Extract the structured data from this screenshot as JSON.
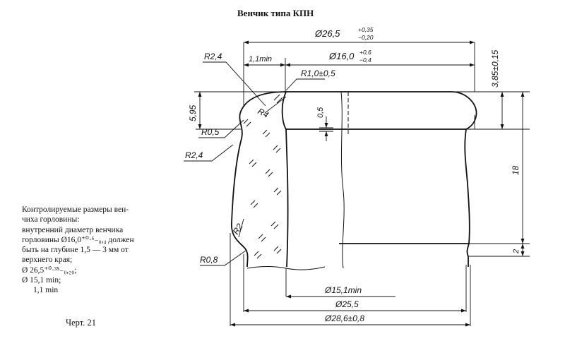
{
  "title": "Венчик типа КПН",
  "dims": {
    "d_outer_top": "Ø26,5",
    "d_outer_top_tol_up": "+0,35",
    "d_outer_top_tol_dn": "−0,20",
    "d_inner": "Ø16,0",
    "d_inner_tol_up": "+0,6",
    "d_inner_tol_dn": "−0,4",
    "h_top": "3,85±0,15",
    "h_total": "18",
    "h_bottom": "2",
    "h_bead": "5,95",
    "gap": "0,5",
    "wall_min": "1,1min",
    "d_bore_min": "Ø15,1min",
    "d_body": "Ø25,5",
    "d_base": "Ø28,6±0,8"
  },
  "radii": {
    "r_top_left": "R2,4",
    "r_top_right": "R1,0±0,5",
    "r_inner_4": "R4",
    "r_neck": "R0,5",
    "r_neck_lower": "R2,4",
    "r_base": "R2",
    "r_base_corner": "R0,8"
  },
  "notes": {
    "lines": [
      "Контролируемые размеры вен-",
      "чиха горловины:",
      "внутренний диаметр венчика",
      "горловины Ø16,0⁺⁰·⁶₋₀,₄ должен",
      "быть на глубине 1,5 — 3 мм от",
      "верхнего края;",
      "Ø 26,5⁺⁰·³⁵₋₀,₂₀;",
      "Ø 15,1 min;"
    ],
    "last_line": "1,1 min"
  },
  "caption": "Черт. 21"
}
